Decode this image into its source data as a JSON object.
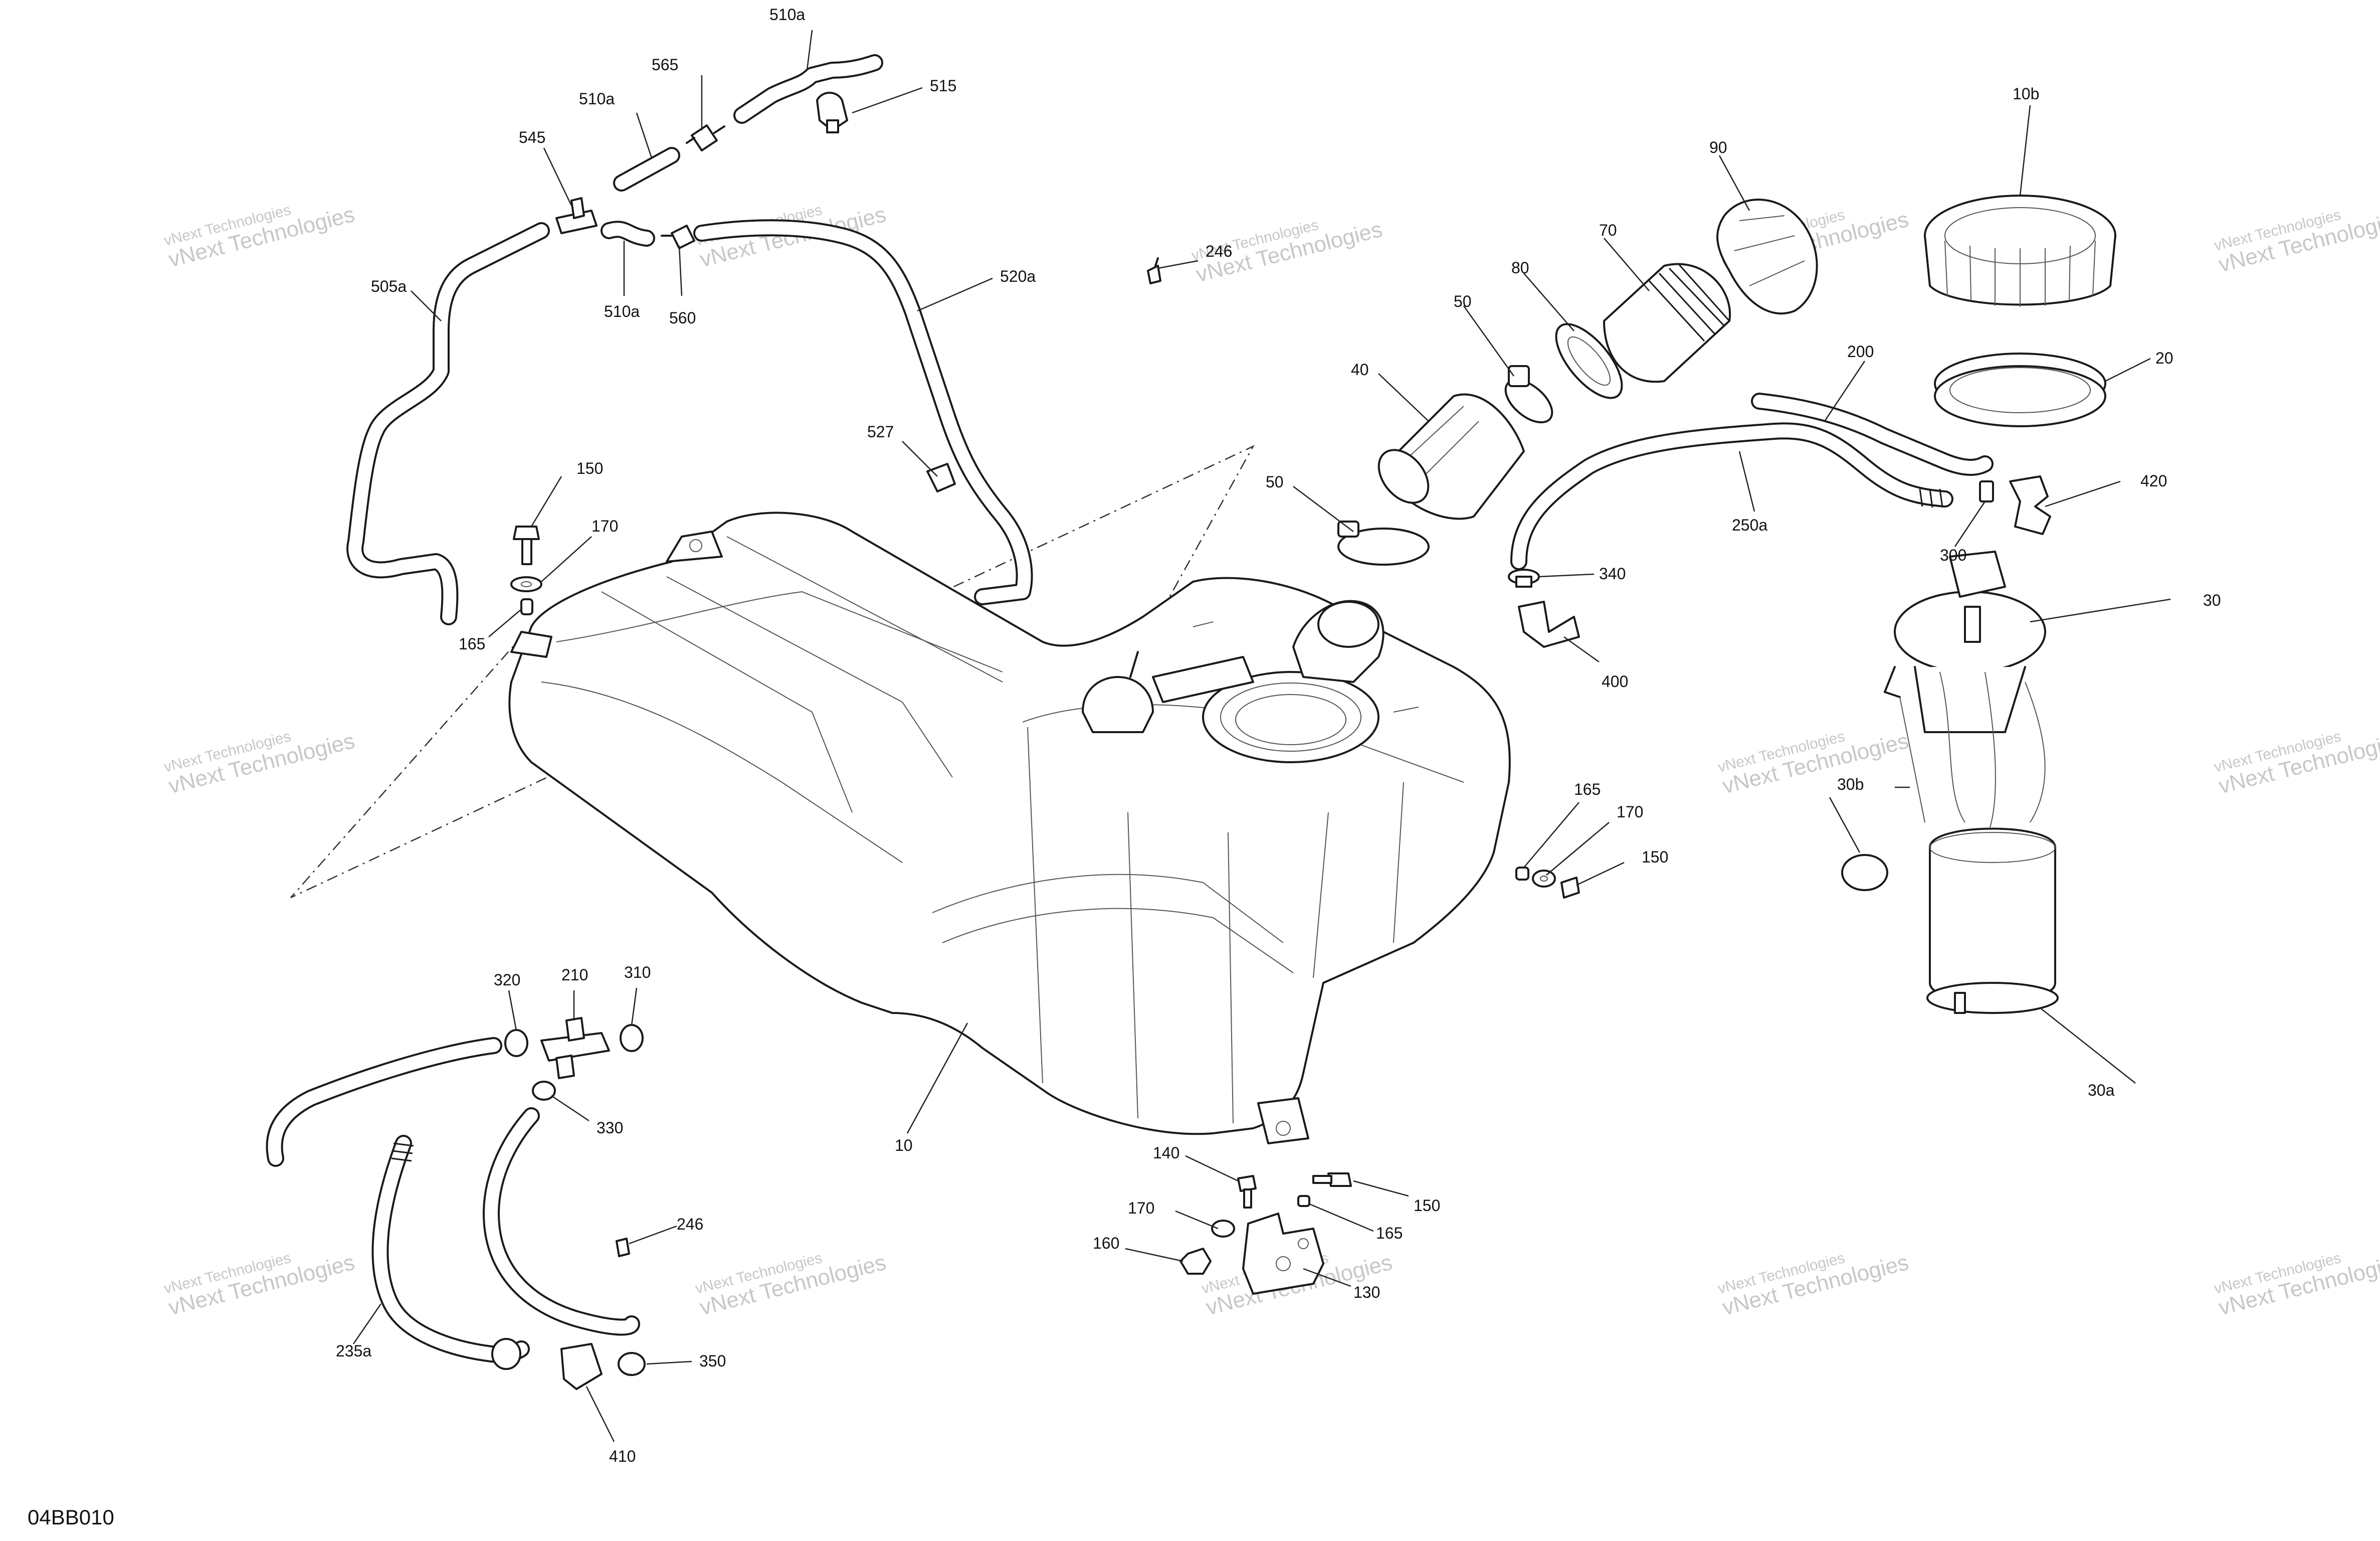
{
  "drawing_code": "04BB010",
  "watermark": {
    "line1": "vNext Technologies",
    "line2": "vNext Technologies"
  },
  "parts": [
    {
      "id": "p-510a-top",
      "label": "510a"
    },
    {
      "id": "p-565",
      "label": "565"
    },
    {
      "id": "p-515",
      "label": "515"
    },
    {
      "id": "p-510a-mid",
      "label": "510a"
    },
    {
      "id": "p-545",
      "label": "545"
    },
    {
      "id": "p-510a-low",
      "label": "510a"
    },
    {
      "id": "p-560",
      "label": "560"
    },
    {
      "id": "p-505a",
      "label": "505a"
    },
    {
      "id": "p-520a",
      "label": "520a"
    },
    {
      "id": "p-246-top",
      "label": "246"
    },
    {
      "id": "p-527",
      "label": "527"
    },
    {
      "id": "p-150-top",
      "label": "150"
    },
    {
      "id": "p-170-top",
      "label": "170"
    },
    {
      "id": "p-165-top",
      "label": "165"
    },
    {
      "id": "p-90",
      "label": "90"
    },
    {
      "id": "p-70",
      "label": "70"
    },
    {
      "id": "p-80",
      "label": "80"
    },
    {
      "id": "p-50-top",
      "label": "50"
    },
    {
      "id": "p-40",
      "label": "40"
    },
    {
      "id": "p-50-low",
      "label": "50"
    },
    {
      "id": "p-10b",
      "label": "10b"
    },
    {
      "id": "p-20",
      "label": "20"
    },
    {
      "id": "p-200",
      "label": "200"
    },
    {
      "id": "p-250a",
      "label": "250a"
    },
    {
      "id": "p-340",
      "label": "340"
    },
    {
      "id": "p-400",
      "label": "400"
    },
    {
      "id": "p-420",
      "label": "420"
    },
    {
      "id": "p-300",
      "label": "300"
    },
    {
      "id": "p-30",
      "label": "30"
    },
    {
      "id": "p-30b",
      "label": "30b"
    },
    {
      "id": "p-30a",
      "label": "30a"
    },
    {
      "id": "p-165-right",
      "label": "165"
    },
    {
      "id": "p-170-right",
      "label": "170"
    },
    {
      "id": "p-150-right",
      "label": "150"
    },
    {
      "id": "p-10",
      "label": "10"
    },
    {
      "id": "p-320",
      "label": "320"
    },
    {
      "id": "p-210",
      "label": "210"
    },
    {
      "id": "p-310",
      "label": "310"
    },
    {
      "id": "p-330",
      "label": "330"
    },
    {
      "id": "p-246-low",
      "label": "246"
    },
    {
      "id": "p-235a",
      "label": "235a"
    },
    {
      "id": "p-350",
      "label": "350"
    },
    {
      "id": "p-410",
      "label": "410"
    },
    {
      "id": "p-140",
      "label": "140"
    },
    {
      "id": "p-150-low",
      "label": "150"
    },
    {
      "id": "p-170-low",
      "label": "170"
    },
    {
      "id": "p-165-low",
      "label": "165"
    },
    {
      "id": "p-160",
      "label": "160"
    },
    {
      "id": "p-130",
      "label": "130"
    }
  ]
}
